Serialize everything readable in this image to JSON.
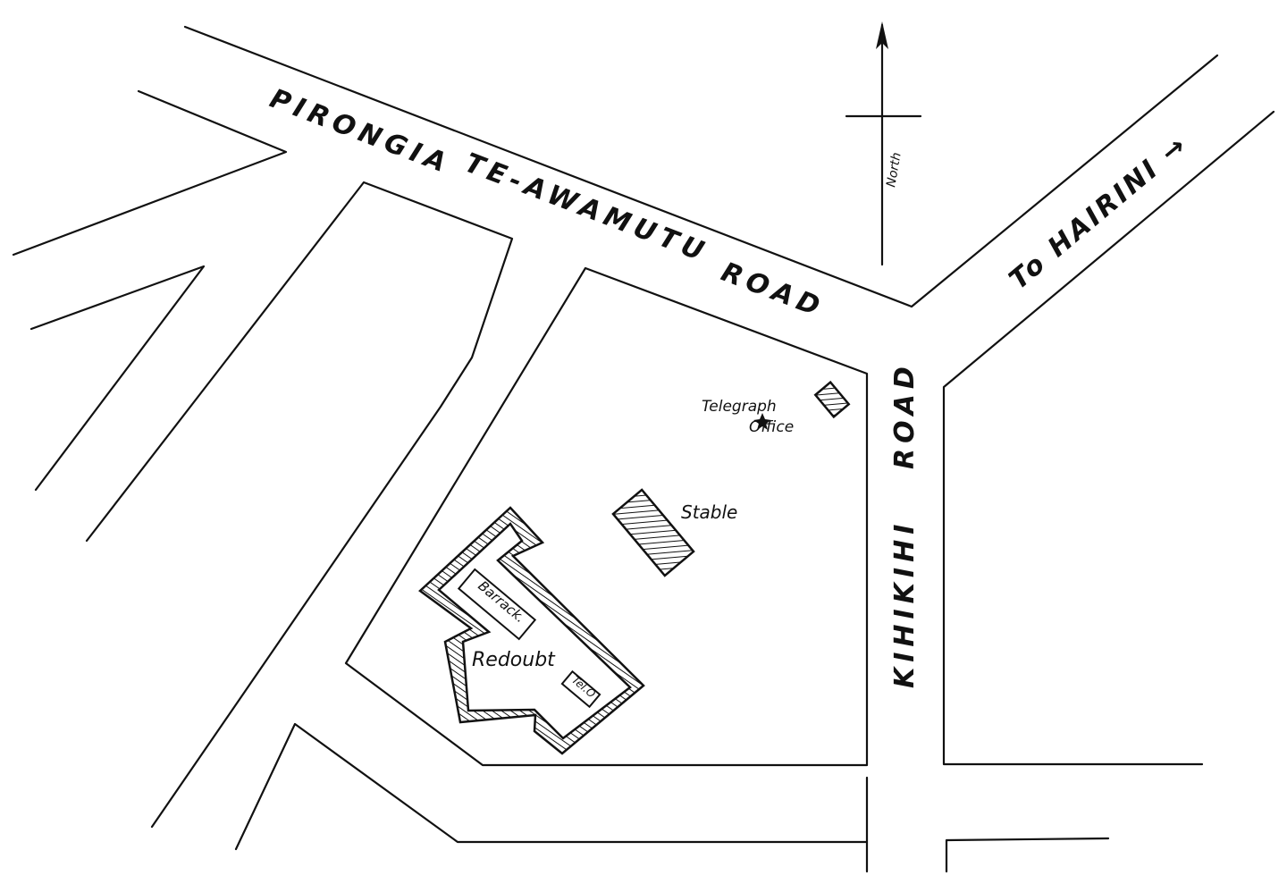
{
  "map": {
    "roads": {
      "main_road_part1": "PIRONGIA",
      "main_road_part2": "TE-AWAMUTU",
      "main_road_part3": "ROAD",
      "kihikihi_road_part1": "KIHIKIHI",
      "kihikihi_road_part2": "ROAD",
      "hairini_road": "To HAIRINI →"
    },
    "compass": {
      "label": "North"
    },
    "buildings": {
      "telegraph_office_line1": "Telegraph",
      "telegraph_office_line2": "Office",
      "stable": "Stable",
      "redoubt": "Redoubt",
      "barrack": "Barrack.",
      "tel_o": "Tel.O"
    },
    "colors": {
      "ink": "#111111",
      "paper": "#ffffff"
    }
  }
}
